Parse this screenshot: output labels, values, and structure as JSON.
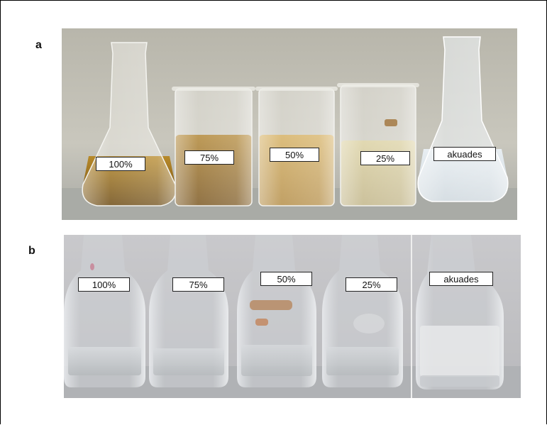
{
  "panels": [
    {
      "letter": "a",
      "labels": [
        "100%",
        "75%",
        "50%",
        "25%",
        "akuades"
      ]
    },
    {
      "letter": "b",
      "labels": [
        "100%",
        "75%",
        "50%",
        "25%",
        "akuades"
      ]
    }
  ]
}
